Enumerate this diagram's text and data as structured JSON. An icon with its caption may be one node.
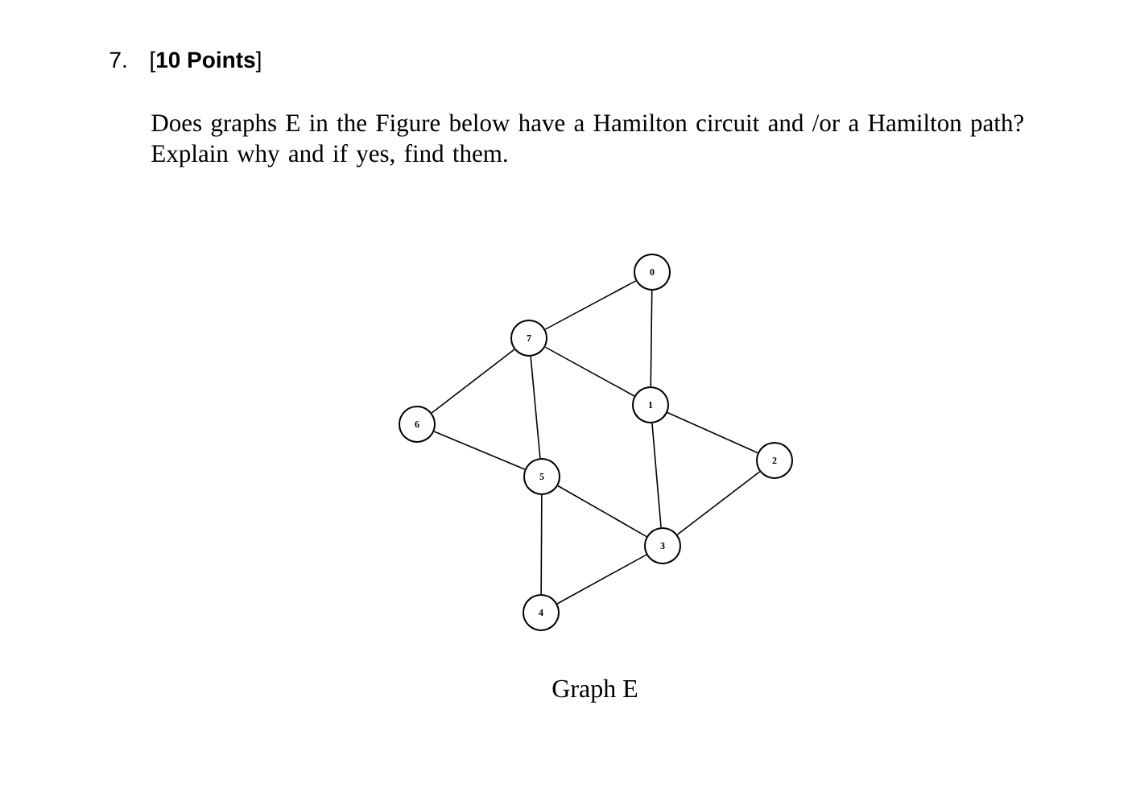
{
  "diagram": {
    "caption": "Graph E",
    "nodes": [
      {
        "text": [
          "0"
        ]
      },
      {
        "text": [
          "7"
        ]
      },
      {
        "text": [
          "1"
        ]
      },
      {
        "text": [
          "6"
        ]
      },
      {
        "text": [
          "2"
        ]
      },
      {
        "text": [
          "5"
        ]
      },
      {
        "text": [
          "3"
        ]
      },
      {
        "text": [
          "4"
        ]
      }
    ],
    "edges": [
      {
        "from": 0,
        "to": 1,
        "arrow": "none"
      },
      {
        "from": 0,
        "to": 2,
        "arrow": "none"
      },
      {
        "from": 1,
        "to": 2,
        "arrow": "none"
      },
      {
        "from": 1,
        "to": 3,
        "arrow": "none"
      },
      {
        "from": 1,
        "to": 5,
        "arrow": "none"
      },
      {
        "from": 3,
        "to": 5,
        "arrow": "none"
      },
      {
        "from": 2,
        "to": 4,
        "arrow": "none"
      },
      {
        "from": 2,
        "to": 6,
        "arrow": "none"
      },
      {
        "from": 5,
        "to": 6,
        "arrow": "none"
      },
      {
        "from": 5,
        "to": 7,
        "arrow": "none"
      },
      {
        "from": 6,
        "to": 4,
        "arrow": "none"
      },
      {
        "from": 6,
        "to": 7,
        "arrow": "none"
      }
    ],
    "labels": [
      "7.",
      "[**10 Points**]",
      "Does graphs E in the Figure below have a Hamilton circuit and /or a Hamilton path? Explain why and if yes, find them."
    ]
  }
}
